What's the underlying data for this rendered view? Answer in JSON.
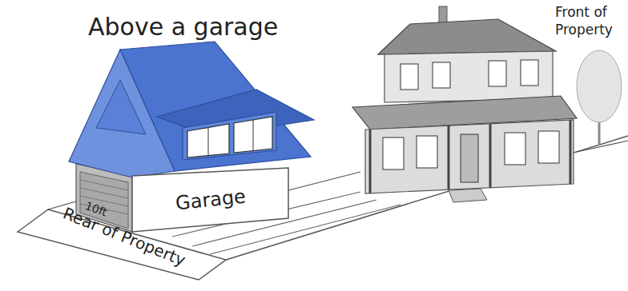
{
  "diagram": {
    "title": "Above a garage",
    "nodes": [
      {
        "text": [
          "Garage"
        ]
      },
      {
        "text": [
          "Rear of Property"
        ]
      }
    ],
    "labels": [
      "Front of Property",
      "10ft"
    ]
  }
}
